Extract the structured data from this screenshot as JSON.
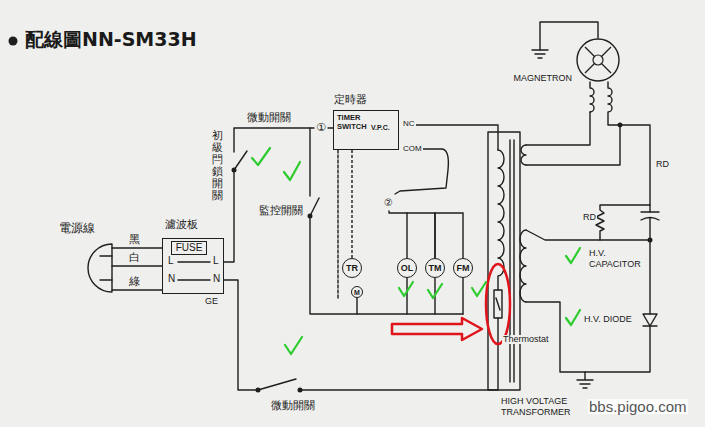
{
  "diagram": {
    "title": "配線圖NN-SM33H",
    "nodes": [
      {
        "text": [
          "濾波板"
        ]
      },
      {
        "text": [
          "FUSE"
        ],
        "in": 0
      },
      {
        "text": [
          "定時器",
          "TIMER SWITCH"
        ]
      },
      {
        "text": [
          "TR"
        ]
      },
      {
        "text": [
          "M"
        ]
      },
      {
        "text": [
          "OL"
        ]
      },
      {
        "text": [
          "TM"
        ]
      },
      {
        "text": [
          "FM"
        ]
      },
      {
        "text": [
          "MAGNETRON"
        ]
      }
    ],
    "edges": [
      {
        "from": 2,
        "to": 3,
        "arrow": "none"
      },
      {
        "from": 5,
        "to": 6,
        "arrow": "none"
      },
      {
        "from": 6,
        "to": 7,
        "arrow": "none"
      }
    ],
    "labels": [
      "電源線",
      "黑",
      "白",
      "綠",
      "L",
      "L",
      "N",
      "N",
      "GE",
      "初級閂鎖開關",
      "微動開關",
      "監控開關",
      "①",
      "V.P.C.",
      "NC",
      "COM",
      "②",
      "RD",
      "RD",
      "H.V. CAPACITOR",
      "H.V. DIODE",
      "Thermostat",
      "微動開關",
      "HIGH VOLTAGE TRANSFORMER",
      "bbs.pigoo.com"
    ]
  }
}
